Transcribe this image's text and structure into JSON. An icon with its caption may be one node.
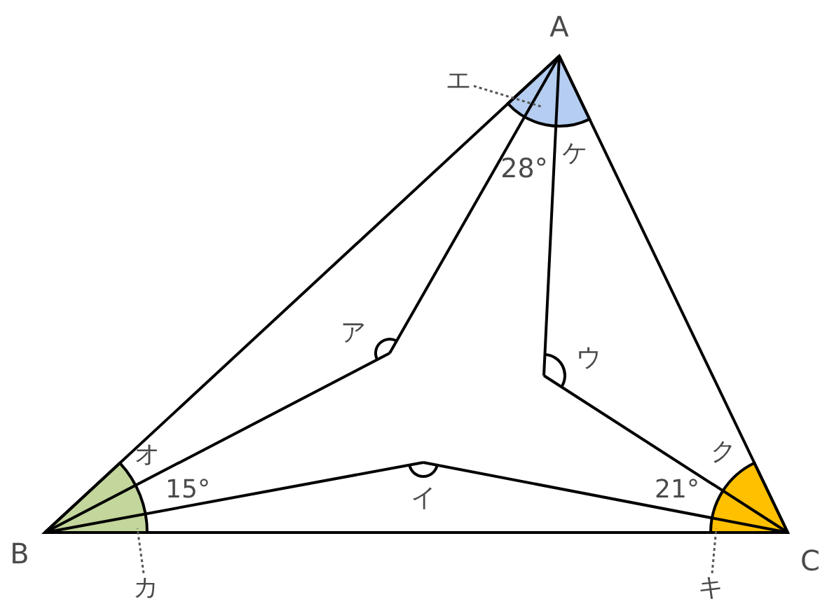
{
  "diagram": {
    "nodes": [
      {
        "text": [
          "エ"
        ]
      },
      {
        "text": [
          "カ"
        ]
      },
      {
        "text": [
          "キ"
        ]
      }
    ],
    "edges": [
      {
        "from": 0,
        "to": null,
        "arrow": "none",
        "style": "dashed"
      },
      {
        "from": 1,
        "to": null,
        "arrow": "none",
        "style": "dashed"
      },
      {
        "from": 2,
        "to": null,
        "arrow": "none",
        "style": "dashed"
      }
    ],
    "labels": [
      "A",
      "28°",
      "ケ",
      "ア",
      "ウ",
      "オ",
      "ク",
      "15°",
      "21°",
      "イ",
      "B",
      "C"
    ]
  }
}
